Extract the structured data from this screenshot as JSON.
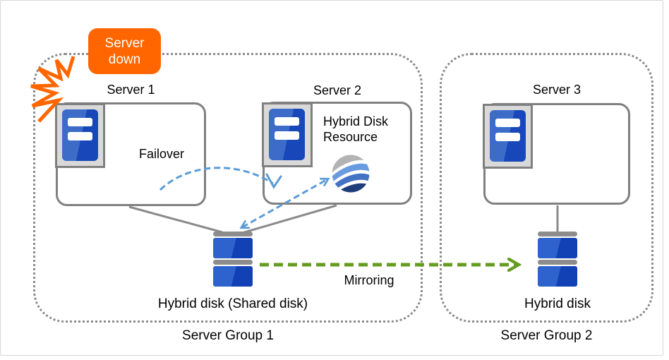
{
  "badge": {
    "text": "Server\ndown"
  },
  "groups": [
    {
      "label": "Server Group 1"
    },
    {
      "label": "Server Group 2"
    }
  ],
  "servers": [
    {
      "label": "Server 1"
    },
    {
      "label": "Server 2"
    },
    {
      "label": "Server 3"
    }
  ],
  "labels": {
    "failover": "Failover",
    "resource": "Hybrid Disk Resource",
    "shared_disk": "Hybrid disk (Shared disk)",
    "hybrid_disk": "Hybrid disk",
    "mirroring": "Mirroring"
  },
  "icons": {
    "crash-icon": "orange zigzag crash burst",
    "server-icon": "blue server tower with two white slots",
    "disk-stack-icon": "blue disk stack with gray platters",
    "hybrid-disk-resource-icon": "sphere with blue waves"
  },
  "colors": {
    "accent_orange": "#ff6600",
    "arrow_blue": "#5b9bd5",
    "mirror_green": "#649d20",
    "border_gray": "#808080",
    "dotted_gray": "#8c8c8c",
    "disk_blue_light": "#2e63ce",
    "disk_blue_dark": "#1240b5",
    "tower_blue_light": "#3d6cc8",
    "tower_blue_dark": "#1747b8"
  }
}
